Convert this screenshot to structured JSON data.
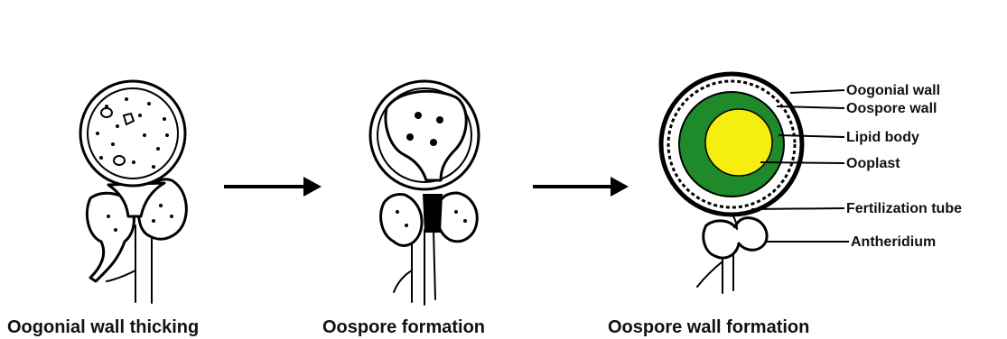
{
  "stages": [
    {
      "caption": "Oogonial wall thicking"
    },
    {
      "caption": "Oospore formation"
    },
    {
      "caption": "Oospore wall formation"
    }
  ],
  "labels": [
    {
      "text": "Oogonial wall"
    },
    {
      "text": "Oospore wall"
    },
    {
      "text": "Lipid body"
    },
    {
      "text": "Ooplast"
    },
    {
      "text": "Fertilization tube"
    },
    {
      "text": "Antheridium"
    }
  ],
  "colors": {
    "ink": "#000000",
    "oospore_wall": "#1f8a2a",
    "ooplast": "#f5ee10",
    "background": "#ffffff"
  }
}
